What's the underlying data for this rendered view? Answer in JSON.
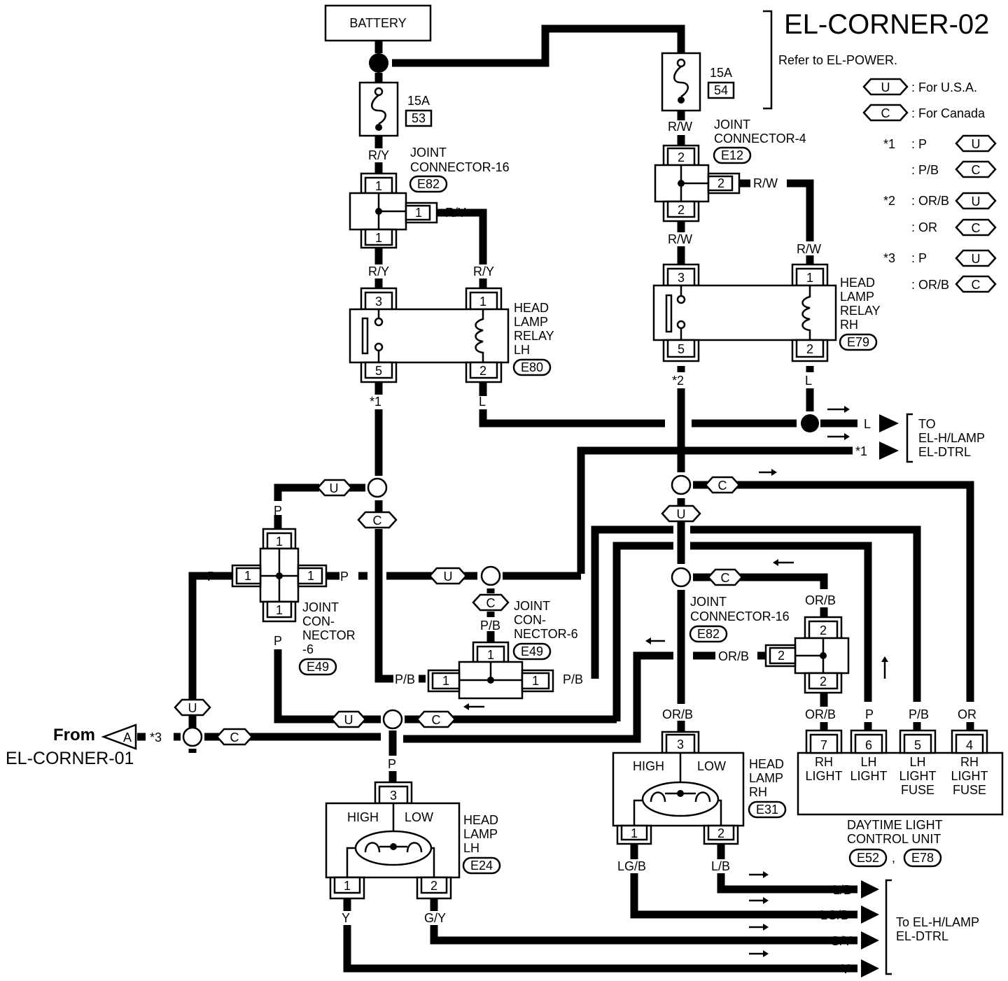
{
  "title": "EL-CORNER-02",
  "note": "Refer to EL-POWER.",
  "legend": {
    "u_code": "U",
    "u_text": ": For U.S.A.",
    "c_code": "C",
    "c_text": ": For Canada",
    "s1": "*1",
    "s1_u": ": P",
    "s1_c": ": P/B",
    "s2": "*2",
    "s2_u": ": OR/B",
    "s2_c": ": OR",
    "s3": "*3",
    "s3_u": ": P",
    "s3_c": ": OR/B"
  },
  "battery": "BATTERY",
  "fuses": [
    {
      "amps": "15A",
      "num": "53"
    },
    {
      "amps": "15A",
      "num": "54"
    }
  ],
  "connectors": {
    "jc16_top": {
      "line1": "JOINT",
      "line2": "CONNECTOR-16",
      "code": "E82"
    },
    "jc4": {
      "line1": "JOINT",
      "line2": "CONNECTOR-4",
      "code": "E12"
    },
    "relay_lh": {
      "l1": "HEAD",
      "l2": "LAMP",
      "l3": "RELAY",
      "l4": "LH",
      "code": "E80"
    },
    "relay_rh": {
      "l1": "HEAD",
      "l2": "LAMP",
      "l3": "RELAY",
      "l4": "RH",
      "code": "E79"
    },
    "jc6_left": {
      "l1": "JOINT",
      "l2": "CON-",
      "l3": "NECTOR",
      "l4": "-6",
      "code": "E49"
    },
    "jc6_mid": {
      "l1": "JOINT",
      "l2": "CON-",
      "l3": "NECTOR-6",
      "code": "E49"
    },
    "jc16_mid": {
      "line1": "JOINT",
      "line2": "CONNECTOR-16",
      "code": "E82"
    },
    "hl_lh": {
      "l1": "HEAD",
      "l2": "LAMP",
      "l3": "LH",
      "code": "E24",
      "high": "HIGH",
      "low": "LOW"
    },
    "hl_rh": {
      "l1": "HEAD",
      "l2": "LAMP",
      "l3": "RH",
      "code": "E31",
      "high": "HIGH",
      "low": "LOW"
    },
    "dtrl": {
      "l1": "DAYTIME LIGHT",
      "l2": "CONTROL UNIT",
      "code1": "E52",
      "sep": ",",
      "code2": "E78",
      "pins": [
        {
          "n": "7",
          "a": "RH",
          "b": "LIGHT",
          "c": ""
        },
        {
          "n": "6",
          "a": "LH",
          "b": "LIGHT",
          "c": ""
        },
        {
          "n": "5",
          "a": "LH",
          "b": "LIGHT",
          "c": "FUSE"
        },
        {
          "n": "4",
          "a": "RH",
          "b": "LIGHT",
          "c": "FUSE"
        }
      ]
    }
  },
  "pins": {
    "p1": "1",
    "p2": "2",
    "p3": "3",
    "p5": "5"
  },
  "wires": {
    "ry": "R/Y",
    "rw": "R/W",
    "l": "L",
    "p": "P",
    "pb": "P/B",
    "orb": "OR/B",
    "or": "OR",
    "lgb": "LG/B",
    "lb": "L/B",
    "gy": "G/Y",
    "y": "Y",
    "star1": "*1",
    "star2": "*2",
    "star3": "*3"
  },
  "to_top": {
    "l1": "TO",
    "l2": "EL-H/LAMP",
    "l3": "EL-DTRL"
  },
  "to_bottom": {
    "l1": "To EL-H/LAMP",
    "l2": "EL-DTRL"
  },
  "from": {
    "l1": "From",
    "l2": "EL-CORNER-01",
    "code": "A"
  },
  "opt_u": "U",
  "opt_c": "C"
}
